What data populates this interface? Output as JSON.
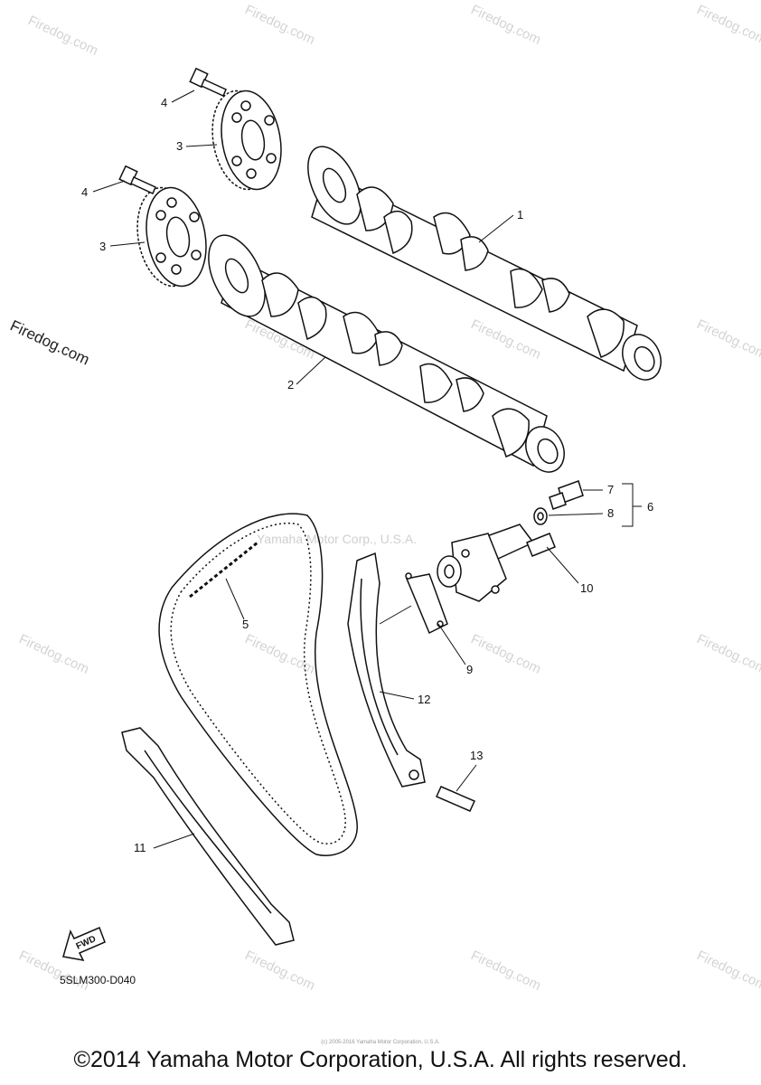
{
  "watermark": {
    "small": "Firedog.com",
    "side_left": "Firedog.com",
    "center_text": "Yamaha Motor Corp., U.S.A."
  },
  "callouts": {
    "c1": "1",
    "c2": "2",
    "c3a": "3",
    "c3b": "3",
    "c4a": "4",
    "c4b": "4",
    "c5": "5",
    "c6": "6",
    "c7": "7",
    "c8": "8",
    "c9": "9",
    "c10": "10",
    "c11": "11",
    "c12": "12",
    "c13": "13"
  },
  "fwd_label": "FWD",
  "diagram_code": "5SLM300-D040",
  "tiny_note": "(c) 2005-2016 Yamaha Motor Corporation, U.S.A.",
  "copyright": "©2014 Yamaha Motor Corporation, U.S.A. All rights reserved."
}
